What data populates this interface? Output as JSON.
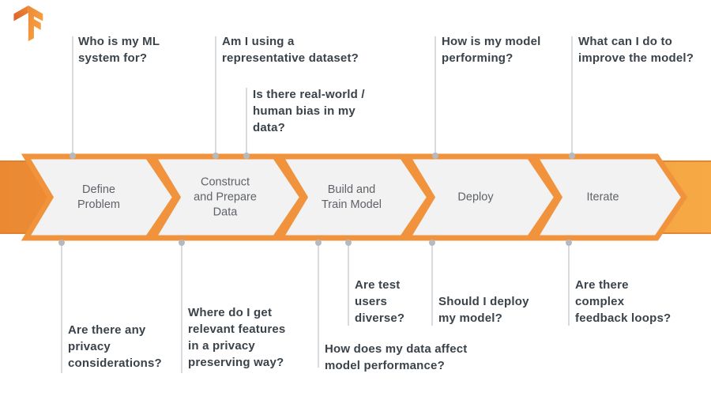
{
  "title": "TensorFlow ML workflow diagram",
  "logo": {
    "name": "TensorFlow logo"
  },
  "stages": [
    {
      "label": "Define\nProblem"
    },
    {
      "label": "Construct\nand Prepare\nData"
    },
    {
      "label": "Build and\nTrain Model"
    },
    {
      "label": "Deploy"
    },
    {
      "label": "Iterate"
    }
  ],
  "top_questions": [
    "Who is my ML\nsystem for?",
    "Am I using a\nrepresentative dataset?",
    "Is there real-world /\nhuman bias in my\ndata?",
    "How is my model\nperforming?",
    "What can I do to\nimprove the model?"
  ],
  "bottom_questions": [
    "Are there any\nprivacy\nconsiderations?",
    "Where do I get\nrelevant features\nin a privacy\npreserving way?",
    "How does my data affect\nmodel performance?",
    "Are test\nusers\ndiverse?",
    "Should I deploy\nmy model?",
    "Are there\ncomplex\nfeedback loops?"
  ],
  "colors": {
    "banner_left": "#EB8933",
    "banner_right": "#F6A945",
    "banner_edge": "#DE7E2F",
    "chevron_fill": "#F2F2F3",
    "chevron_border": "#F1933C",
    "question_text": "#3A424A",
    "stage_text": "#5F6368",
    "connector_line": "#D9DBDE",
    "connector_dot": "#B6BABE",
    "logo_dark": "#DD5F2B",
    "logo_light": "#F7A743"
  }
}
